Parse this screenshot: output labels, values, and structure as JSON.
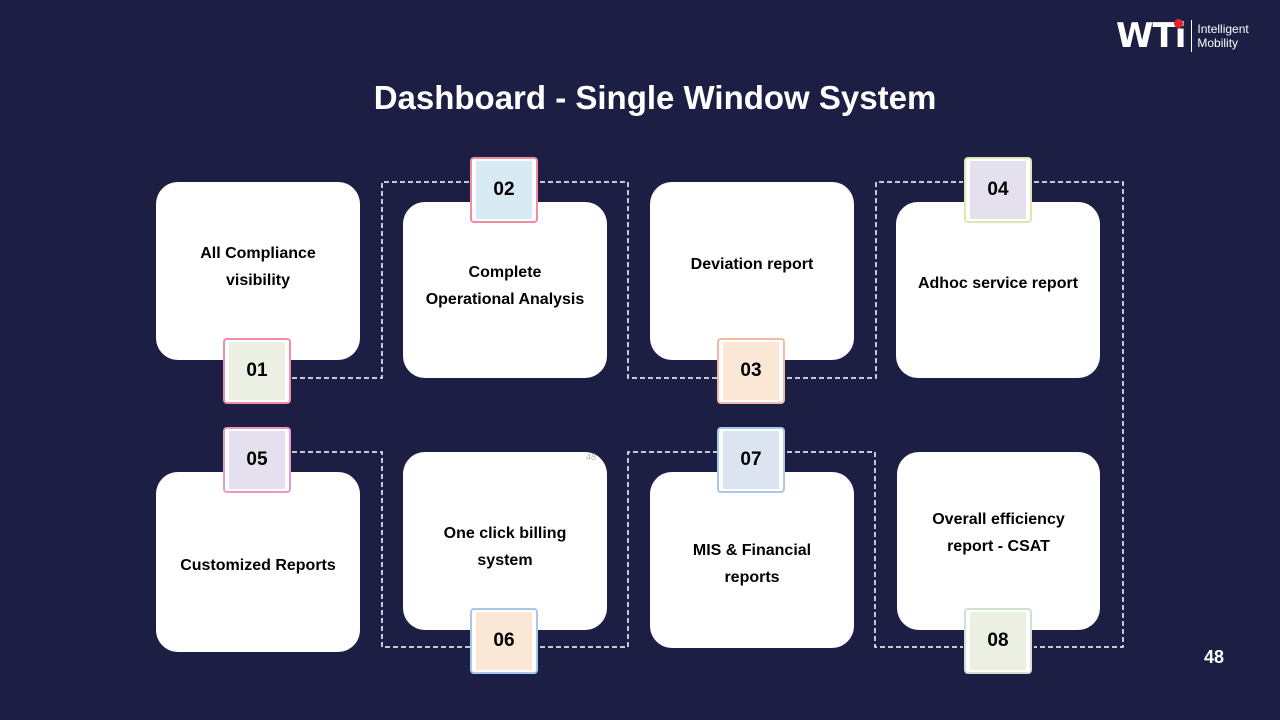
{
  "logo": {
    "mark": "WTi",
    "line1": "Intelligent",
    "line2": "Mobility"
  },
  "title": "Dashboard - Single Window System",
  "cards": [
    {
      "number": "01",
      "label_line1": "All Compliance",
      "label_line2": "visibility"
    },
    {
      "number": "02",
      "label_line1": "Complete",
      "label_line2": "Operational Analysis"
    },
    {
      "number": "03",
      "label_line1": "Deviation report",
      "label_line2": ""
    },
    {
      "number": "04",
      "label_line1": "Adhoc service report",
      "label_line2": ""
    },
    {
      "number": "05",
      "label_line1": "Customized Reports",
      "label_line2": ""
    },
    {
      "number": "06",
      "label_line1": "One click billing",
      "label_line2": "system"
    },
    {
      "number": "07",
      "label_line1": "MIS & Financial",
      "label_line2": "reports"
    },
    {
      "number": "08",
      "label_line1": "Overall efficiency",
      "label_line2": "report - CSAT"
    }
  ],
  "colors": {
    "background": "#1c1f43",
    "badge_01": "#ecf0e3",
    "badge_02": "#d8eaf3",
    "badge_03": "#fbe7d6",
    "badge_04": "#e5e0ee",
    "badge_05": "#e5e0ee",
    "badge_06": "#fbe7d6",
    "badge_07": "#dbe4f0",
    "badge_08": "#ecf0e3"
  },
  "small_page_marker": "48",
  "slide_number": "48"
}
